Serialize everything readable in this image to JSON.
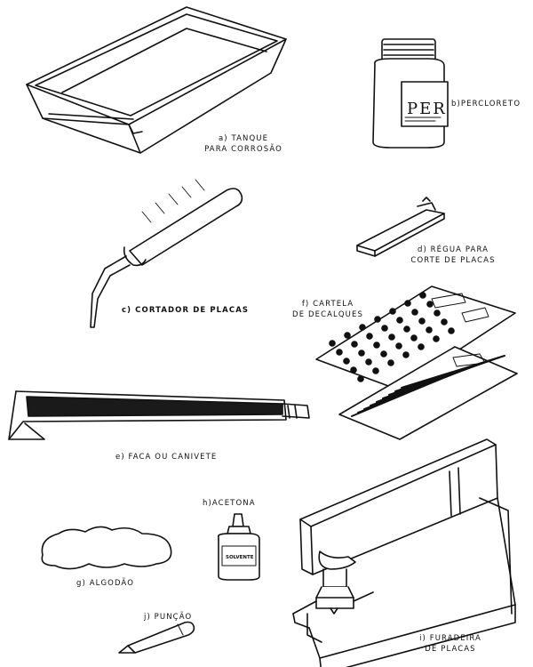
{
  "items": {
    "tank": {
      "line1": "a) TANQUE",
      "line2": "PARA CORROSÃO"
    },
    "perchloride": {
      "label": "b)PERCLORETO",
      "bottle_text": "PER"
    },
    "ruler": {
      "line1": "d) RÉGUA PARA",
      "line2": "CORTE DE PLACAS"
    },
    "cutter": {
      "label": "c) CORTADOR DE PLACAS"
    },
    "decals": {
      "line1": "f) CARTELA",
      "line2": "DE DECALQUES"
    },
    "knife": {
      "label": "e) FACA OU CANIVETE"
    },
    "acetone": {
      "label": "h)ACETONA",
      "bottle_text": "SOLVENTE"
    },
    "cotton": {
      "label": "g) ALGODÃO"
    },
    "punch": {
      "label": "j) PUNÇÃO"
    },
    "drill": {
      "line1": "i) FURADEIRA",
      "line2": "DE PLACAS"
    }
  },
  "colors": {
    "ink": "#111111",
    "paper": "#ffffff"
  }
}
